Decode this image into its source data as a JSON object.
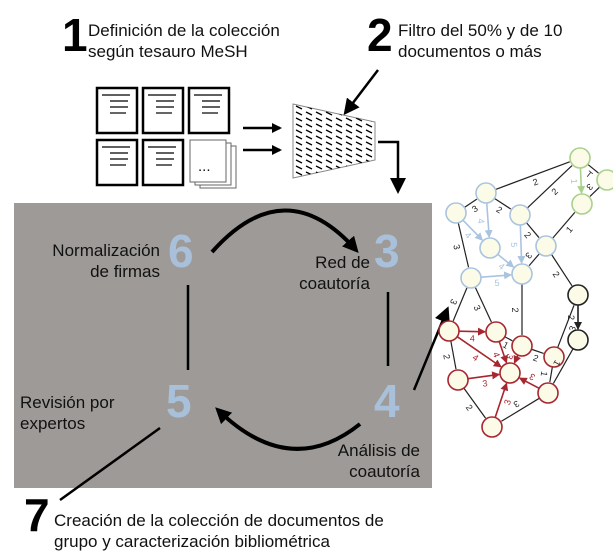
{
  "step1": {
    "number": "1",
    "text_line1": "Definición de la colección",
    "text_line2": "según tesauro MeSH"
  },
  "step2": {
    "number": "2",
    "text_line1": "Filtro del 50% y de 10",
    "text_line2": "documentos o más"
  },
  "step3": {
    "number": "3",
    "text_line1": "Red de",
    "text_line2": "coautoría"
  },
  "step4": {
    "number": "4",
    "text_line1": "Análisis de",
    "text_line2": "coautoría"
  },
  "step5": {
    "number": "5",
    "text_line1": "Revisión por",
    "text_line2": "expertos"
  },
  "step6": {
    "number": "6",
    "text_line1": "Normalización",
    "text_line2": "de firmas"
  },
  "step7": {
    "number": "7",
    "text_line1": "Creación de la colección de documentos de",
    "text_line2": "grupo y caracterización bibliométrica"
  },
  "documents": {
    "ellipsis": "..."
  },
  "colors": {
    "panel": "#9e9a97",
    "step_number": "#a9c0da",
    "blue_group": "#aac4df",
    "green_group": "#a9d08e",
    "red_group": "#a8262f",
    "node_fill": "#fbfbe8"
  },
  "network": {
    "edge_weights": [
      "3",
      "4",
      "4",
      "2",
      "2",
      "3",
      "4",
      "3",
      "5",
      "5",
      "2",
      "2",
      "1",
      "1",
      "T",
      "3",
      "2",
      "3",
      "2",
      "3",
      "4",
      "4",
      "3",
      "3",
      "4",
      "3",
      "3",
      "2",
      "2",
      "1",
      "2",
      "1",
      "3",
      "3",
      "2",
      "1"
    ]
  }
}
